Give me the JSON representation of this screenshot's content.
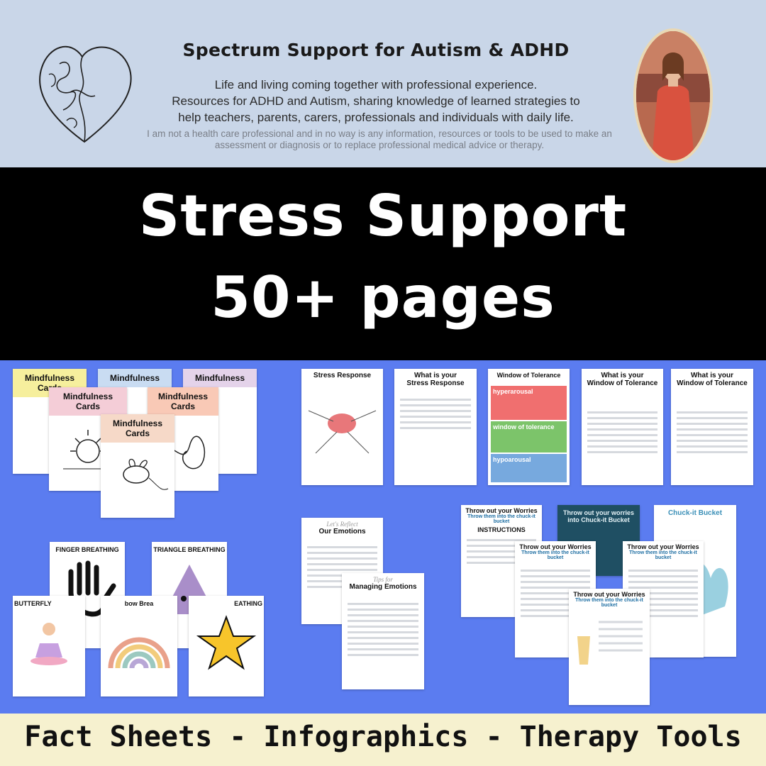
{
  "header": {
    "title": "Spectrum Support for Autism & ADHD",
    "tagline_1": "Life and living coming together with professional experience.",
    "tagline_2": "Resources for ADHD and Autism, sharing knowledge of learned strategies to",
    "tagline_3": "help teachers, parents, carers, professionals and individuals with daily life.",
    "disclaimer_1": "I am not a health care professional and in no way is any information, resources or tools to be used to make an",
    "disclaimer_2": "assessment or diagnosis or to replace professional medical advice or therapy."
  },
  "banner": {
    "line1": "Stress Support",
    "line2": "50+ pages"
  },
  "previews": {
    "mindfulness": {
      "title": "Mindfulness Cards",
      "title_short": "Mindfulness"
    },
    "stress_response": {
      "title": "Stress Response"
    },
    "what_stress": {
      "title_1": "What is your",
      "title_2": "Stress Response"
    },
    "window_tol": {
      "title": "Window of Tolerance",
      "hyper": "hyperarousal",
      "window": "window of tolerance",
      "hypo": "hypoarousal"
    },
    "what_window": {
      "title_1": "What is your",
      "title_2": "Window of Tolerance"
    },
    "emotions": {
      "pre": "Let's Reflect",
      "title": "Our Emotions"
    },
    "managing": {
      "pre": "Tips for",
      "title": "Managing Emotions"
    },
    "worries": {
      "title": "Throw out your Worries",
      "sub": "Throw them into the chuck-it bucket",
      "instructions": "INSTRUCTIONS",
      "bucket_title": "Throw out your worries into Chuck-it Bucket",
      "chuck": "Chuck-it Bucket"
    },
    "breathing": {
      "finger": "FINGER BREATHING",
      "triangle": "TRIANGLE BREATHING",
      "butterfly": "BUTTERFLY",
      "rainbow": "bow Brea",
      "star": "EATHING"
    }
  },
  "footer": {
    "text": "Fact Sheets - Infographics - Therapy Tools"
  },
  "colors": {
    "header_bg": "#c9d6e8",
    "banner_bg": "#000000",
    "preview_bg": "#5b7cf0",
    "footer_bg": "#f6f1cf"
  }
}
